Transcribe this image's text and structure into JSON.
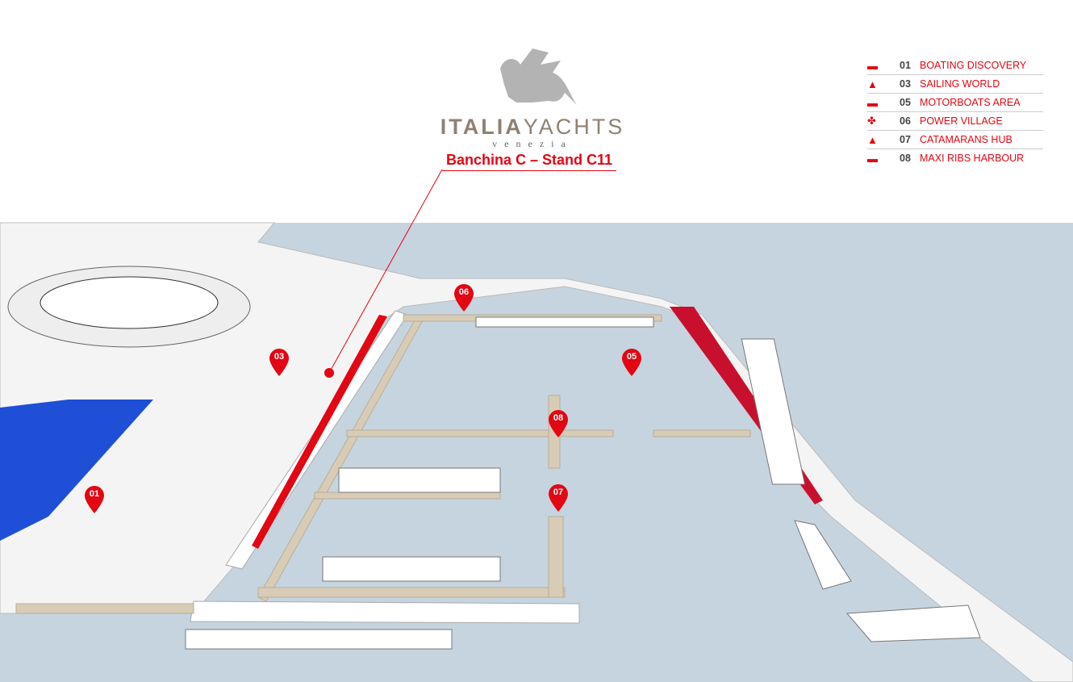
{
  "logo": {
    "brand_bold": "ITALIA",
    "brand_light": "YACHTS",
    "subtitle": "venezia"
  },
  "stand_label": "Banchina C – Stand C11",
  "legend": [
    {
      "icon": "motorboat-icon",
      "glyph": "▬",
      "num": "01",
      "label": "BOATING DISCOVERY"
    },
    {
      "icon": "sailboat-icon",
      "glyph": "▲",
      "num": "03",
      "label": "SAILING WORLD"
    },
    {
      "icon": "motoryacht-icon",
      "glyph": "▬",
      "num": "05",
      "label": "MOTORBOATS AREA"
    },
    {
      "icon": "propeller-icon",
      "glyph": "✤",
      "num": "06",
      "label": "POWER VILLAGE"
    },
    {
      "icon": "catamaran-icon",
      "glyph": "▲",
      "num": "07",
      "label": "CATAMARANS HUB"
    },
    {
      "icon": "rib-icon",
      "glyph": "▬",
      "num": "08",
      "label": "MAXI RIBS HARBOUR"
    }
  ],
  "pins": [
    "01",
    "03",
    "05",
    "06",
    "07",
    "08"
  ],
  "colors": {
    "accent": "#e30613",
    "water": "#c6d4df",
    "pier": "#d8ccb6",
    "pavilion": "#1f4fd6"
  }
}
